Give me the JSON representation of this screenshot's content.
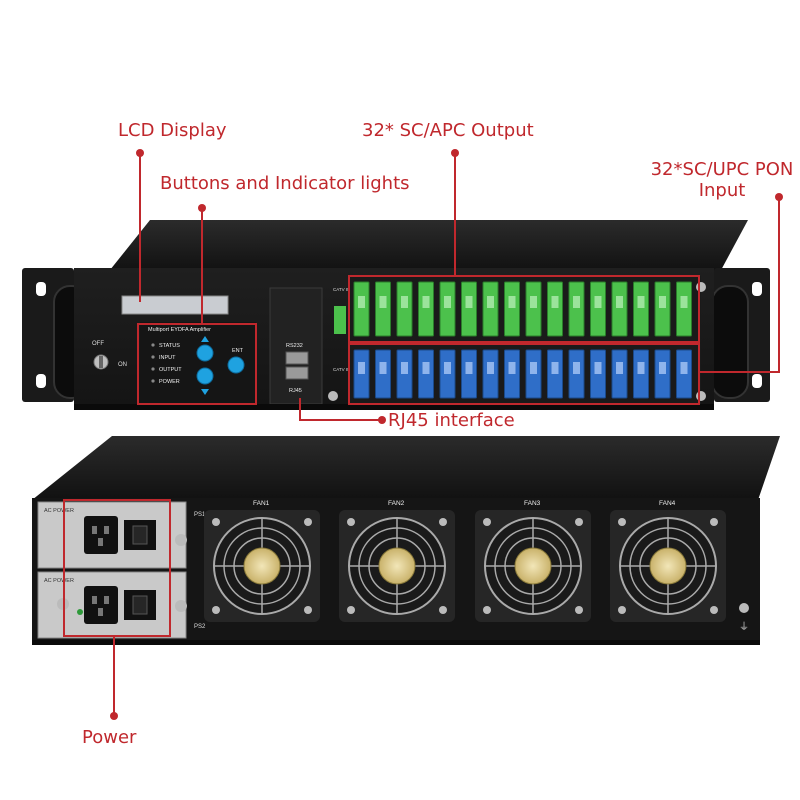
{
  "callouts": {
    "lcd_display": "LCD Display",
    "buttons_indicators": "Buttons and Indicator lights",
    "sc_apc_output": "32* SC/APC Output",
    "sc_upc_pon_input": "32*SC/UPC PON Input",
    "rj45_interface": "RJ45 interface",
    "power": "Power"
  },
  "front_panel": {
    "model_label": "Multiport EYDFA Amplifier",
    "indicators": [
      "STATUS",
      "INPUT",
      "OUTPUT",
      "POWER"
    ],
    "enter_button": "ENT",
    "key_switch_off": "OFF",
    "key_switch_on": "ON",
    "rs232_label": "RS232",
    "rj45_label": "RJ45",
    "catv_in1": "CATV IN1",
    "catv_in2": "CATV IN2"
  },
  "rear_panel": {
    "ac_power_label": "AC POWER",
    "ps1_label": "PS1",
    "ps2_label": "PS2",
    "fans": [
      "FAN1",
      "FAN2",
      "FAN3",
      "FAN4"
    ]
  },
  "colors": {
    "callout_red": "#c0282d",
    "chassis": "#1c1c1c",
    "apc_green": "#4cc14c",
    "upc_blue": "#2f6ec8",
    "button_cyan": "#1fa2e0",
    "lcd": "#c9ccd1"
  }
}
